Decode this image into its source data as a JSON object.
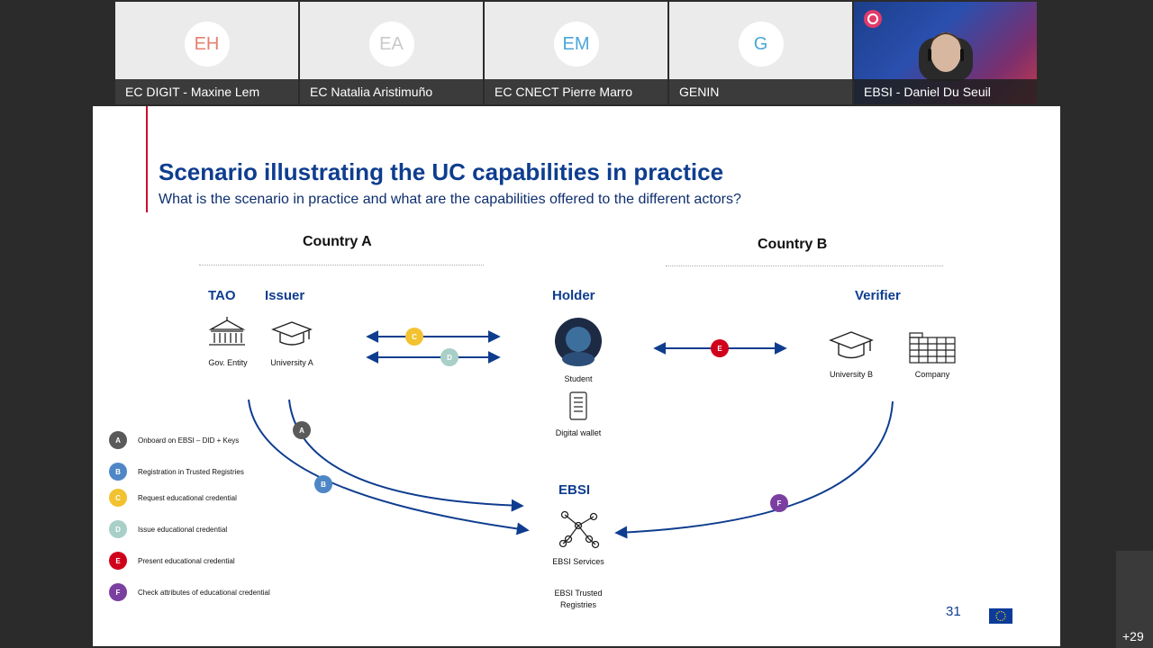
{
  "participants": [
    {
      "initials": "EH",
      "initials_color": "#e5806f",
      "name": "EC DIGIT - Maxine Lem"
    },
    {
      "initials": "EA",
      "initials_color": "#c9c9c9",
      "name": "EC Natalia Aristimuño"
    },
    {
      "initials": "EM",
      "initials_color": "#4aa6d8",
      "name": "EC CNECT Pierre Marro"
    },
    {
      "initials": "G",
      "initials_color": "#4aa6d8",
      "name": "GENIN"
    },
    {
      "initials": "",
      "name": "EBSI - Daniel Du Seuil"
    }
  ],
  "more_participants": "+29",
  "slide": {
    "title": "Scenario illustrating the UC capabilities in practice",
    "subtitle": "What is the scenario in practice and what are the capabilities offered to the different actors?",
    "country_a": "Country A",
    "country_b": "Country B",
    "actors": {
      "tao": "TAO",
      "issuer": "Issuer",
      "holder": "Holder",
      "verifier": "Verifier",
      "ebsi": "EBSI"
    },
    "labels": {
      "gov_entity": "Gov. Entity",
      "university_a": "University A",
      "student": "Student",
      "digital_wallet": "Digital wallet",
      "university_b": "University B",
      "company": "Company",
      "ebsi_services": "EBSI Services",
      "ebsi_trusted_registries": "EBSI Trusted Registries"
    },
    "legend": [
      {
        "letter": "A",
        "color": "#5a5a5a",
        "text": "Onboard on EBSI – DID + Keys"
      },
      {
        "letter": "B",
        "color": "#4f86c6",
        "text": "Registration in Trusted Registries"
      },
      {
        "letter": "C",
        "color": "#f2c230",
        "text": "Request educational credential"
      },
      {
        "letter": "D",
        "color": "#a8cfc8",
        "text": "Issue educational credential"
      },
      {
        "letter": "E",
        "color": "#d0021b",
        "text": "Present educational credential"
      },
      {
        "letter": "F",
        "color": "#7b3fa0",
        "text": "Check attributes of educational credential"
      }
    ],
    "page_number": "31"
  },
  "colors": {
    "accent_blue": "#0e3d8f",
    "accent_red": "#c8102e",
    "arrow": "#0e3d8f"
  },
  "icons": [
    "government-building-icon",
    "graduation-cap-icon",
    "student-photo-icon",
    "mobile-wallet-icon",
    "company-building-icon",
    "network-nodes-icon",
    "eu-flag-icon"
  ]
}
